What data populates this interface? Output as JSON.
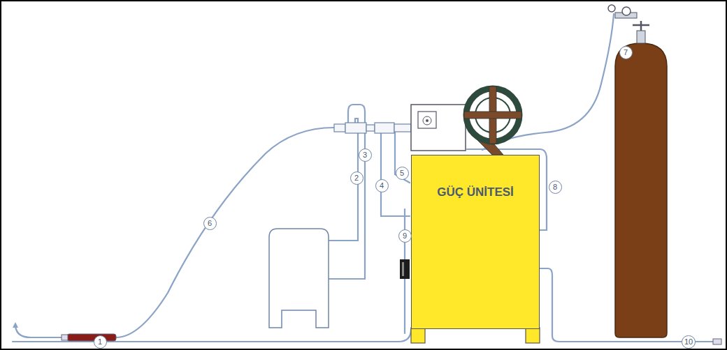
{
  "diagram": {
    "nodes": [
      {
        "text": [
          "GÜÇ ÜNİTESİ"
        ]
      }
    ],
    "labels": [
      "7",
      "3",
      "2",
      "5",
      "8",
      "6",
      "4",
      "9",
      "1",
      "10"
    ]
  }
}
